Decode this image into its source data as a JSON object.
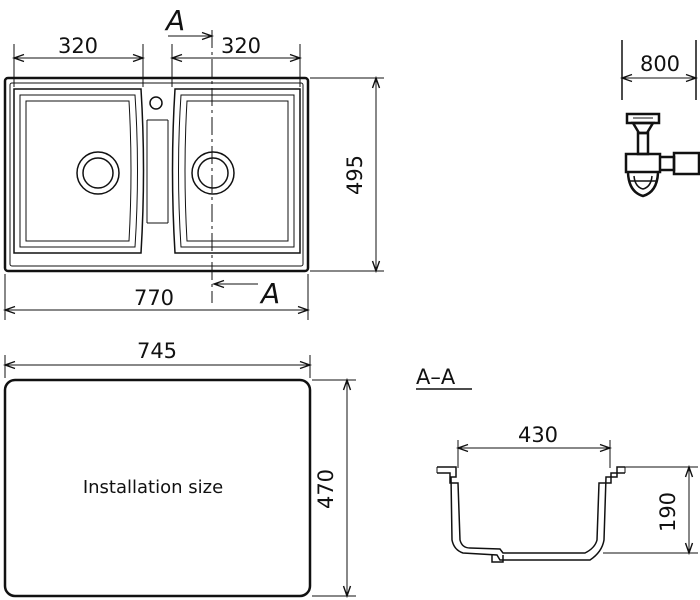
{
  "dimensions": {
    "bowl_left_width": "320",
    "bowl_right_width": "320",
    "overall_width": "770",
    "overall_depth": "495",
    "cabinet_width": "800",
    "cutout_width": "745",
    "cutout_depth": "470",
    "section_inner_width": "430",
    "section_depth": "190"
  },
  "labels": {
    "section_marker_top": "A",
    "section_marker_bottom": "A",
    "section_title": "A–A",
    "installation_size": "Installation size"
  }
}
